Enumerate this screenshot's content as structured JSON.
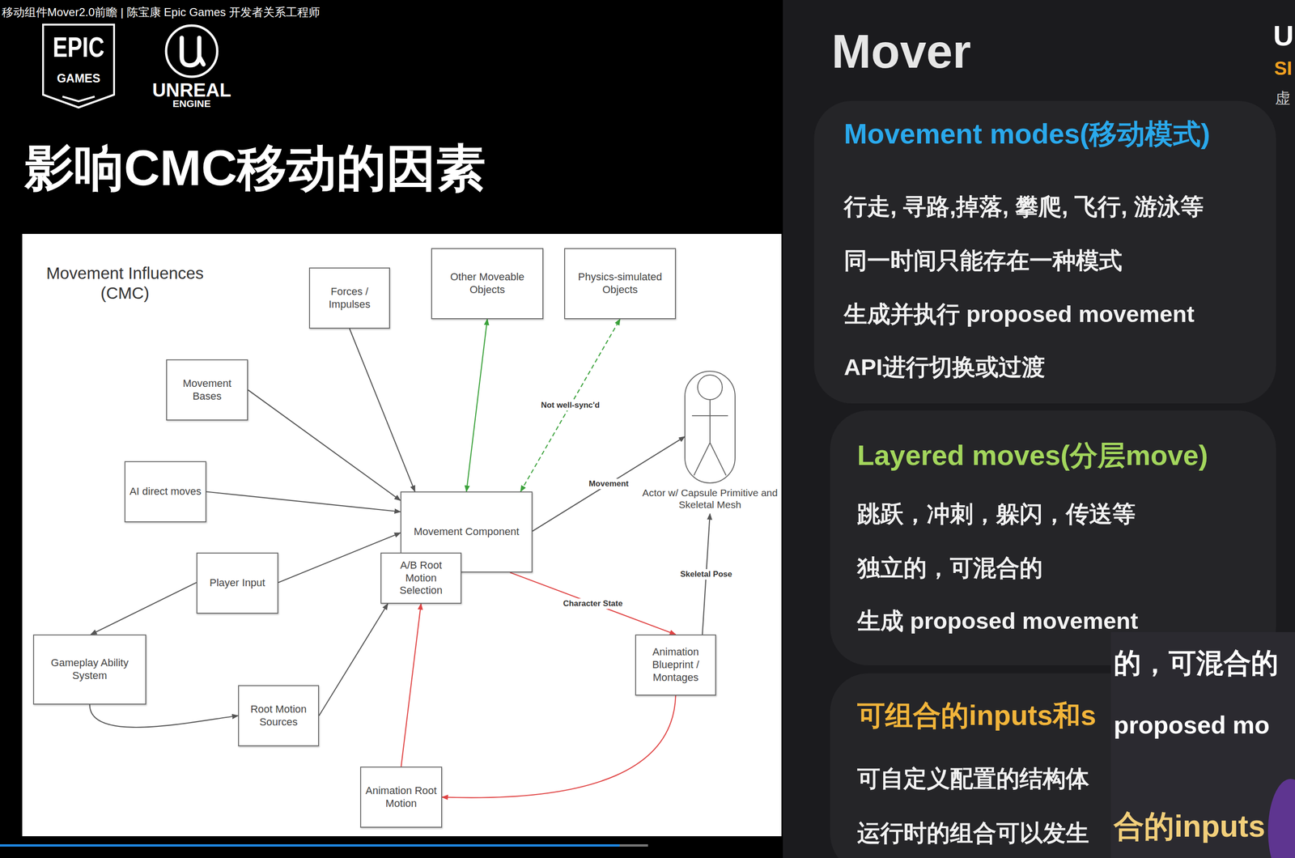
{
  "diagram": {
    "title": "影响CMC移动的因素",
    "nodes": [
      {
        "text": [
          "Forces / Impulses"
        ]
      },
      {
        "text": [
          "Other Moveable Objects"
        ]
      },
      {
        "text": [
          "Physics-simulated Objects"
        ]
      },
      {
        "text": [
          "Movement Bases"
        ]
      },
      {
        "text": [
          "AI direct moves"
        ]
      },
      {
        "text": [
          "Movement Component"
        ]
      },
      {
        "text": [
          "A/B Root Motion Selection"
        ]
      },
      {
        "text": [
          "Player Input"
        ]
      },
      {
        "text": [
          "Actor w/ Capsule Primitive and Skeletal Mesh"
        ]
      },
      {
        "text": [
          "Gameplay Ability System"
        ]
      },
      {
        "text": [
          "Root Motion Sources"
        ]
      },
      {
        "text": [
          "Animation Blueprint / Montages"
        ]
      },
      {
        "text": [
          "Animation Root Motion"
        ]
      },
      {
        "text": [
          "Movement modes(移动模式)",
          "行走, 寻路,掉落, 攀爬, 飞行, 游泳等",
          "同一时间只能存在一种模式",
          "生成并执行 proposed movement",
          "API进行切换或过渡"
        ]
      },
      {
        "text": [
          "Layered moves(分层move)",
          "跳跃，冲刺，躲闪，传送等",
          "独立的，可混合的",
          "生成 proposed movement"
        ]
      },
      {
        "text": [
          "可组合的inputs和s",
          "可自定义配置的结构体",
          "运行时的组合可以发生"
        ]
      }
    ],
    "edges": [
      {
        "from": 0,
        "to": 5,
        "arrow": "to"
      },
      {
        "from": 3,
        "to": 5,
        "arrow": "to"
      },
      {
        "from": 4,
        "to": 5,
        "arrow": "to"
      },
      {
        "from": 7,
        "to": 5,
        "arrow": "to"
      },
      {
        "from": 7,
        "to": 9,
        "arrow": "to"
      },
      {
        "from": 9,
        "to": 10,
        "arrow": "to"
      },
      {
        "from": 10,
        "to": 6,
        "arrow": "to"
      },
      {
        "from": 12,
        "to": 6,
        "arrow": "to"
      },
      {
        "from": 5,
        "to": 1,
        "arrow": "both"
      },
      {
        "from": 5,
        "to": 2,
        "label": "Not well-sync'd",
        "arrow": "both"
      },
      {
        "from": 5,
        "to": 8,
        "label": "Movement",
        "arrow": "to"
      },
      {
        "from": 5,
        "to": 11,
        "label": "Character State",
        "arrow": "to"
      },
      {
        "from": 11,
        "to": 8,
        "label": "Skeletal Pose",
        "arrow": "to"
      },
      {
        "from": 11,
        "to": 12,
        "arrow": "to"
      }
    ],
    "labels": [
      "移动组件Mover2.0前瞻 | 陈宝康 Epic Games 开发者关系工程师",
      "EPIC",
      "GAMES",
      "UNREAL",
      "ENGINE",
      "Movement Influences (CMC)",
      "Mover",
      "U",
      "SI",
      "虚",
      "的，可混合的",
      "proposed mo",
      "合的inputs"
    ]
  }
}
